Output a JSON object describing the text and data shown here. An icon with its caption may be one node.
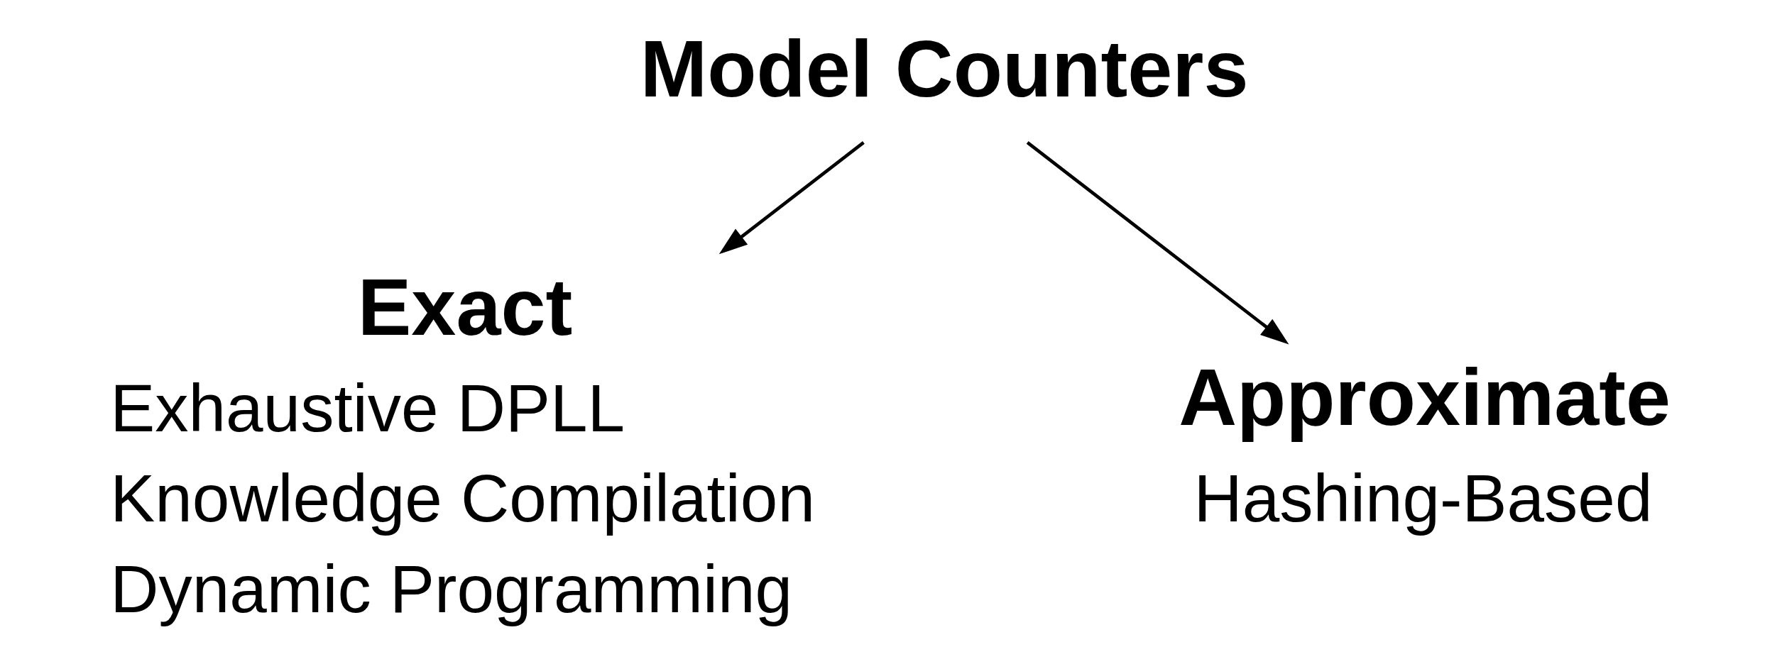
{
  "diagram": {
    "nodes": [
      {
        "text": [
          "Model Counters"
        ]
      },
      {
        "text": [
          "Exact"
        ],
        "beside": [
          "Exhaustive DPLL",
          "Knowledge Compilation",
          "Dynamic Programming"
        ]
      },
      {
        "text": [
          "Approximate"
        ],
        "beside": [
          "Hashing-Based"
        ]
      }
    ],
    "edges": [
      {
        "from": 0,
        "to": 1,
        "arrow": "to"
      },
      {
        "from": 0,
        "to": 2,
        "arrow": "to"
      }
    ]
  }
}
